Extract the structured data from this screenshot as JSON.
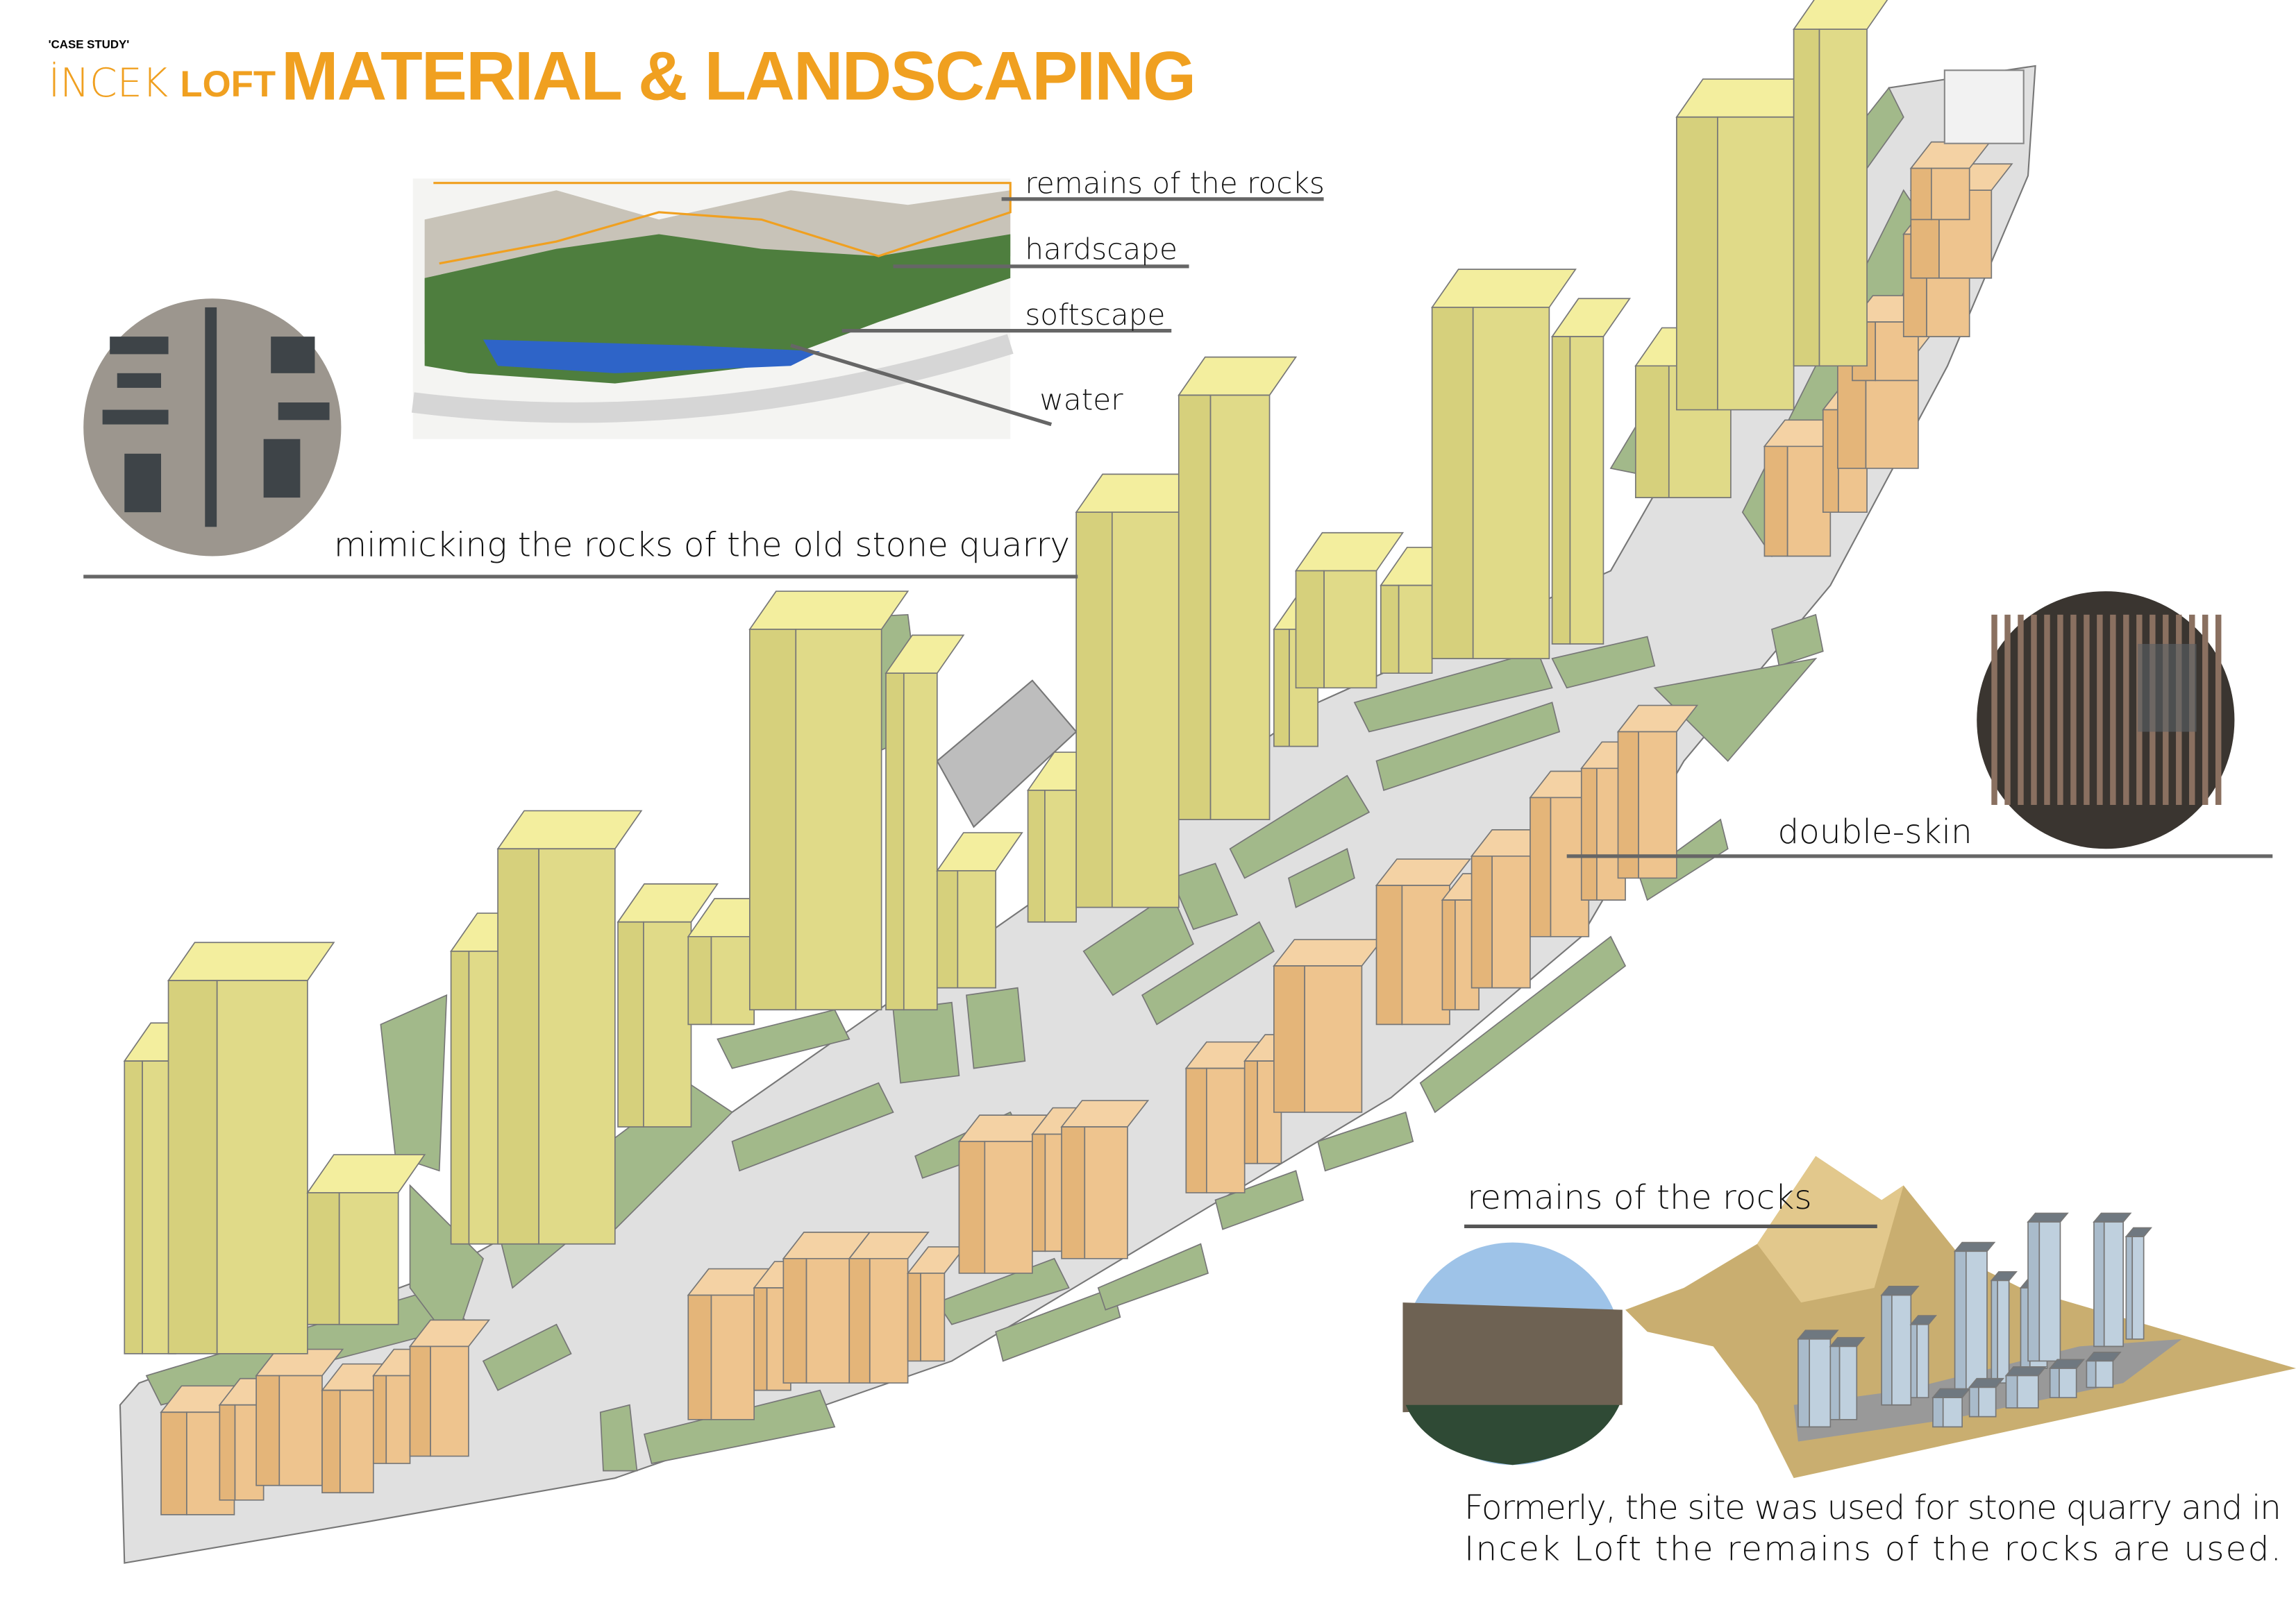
{
  "header": {
    "kicker": "'CASE STUDY'",
    "brand_first": "İNCEK",
    "brand_second": "LOFT",
    "title": "MATERIAL & LANDSCAPING"
  },
  "site_plan_labels": {
    "rocks": "remains of the rocks",
    "hardscape": "hardscape",
    "softscape": "softscape",
    "water": "water"
  },
  "annotations": {
    "facade": "mimicking the rocks of the old stone quarry",
    "double_skin": "double-skin",
    "rocks_model": "remains of the rocks"
  },
  "caption": {
    "line1": "Formerly, the site was used for stone quarry and in",
    "line2": "Incek Loft the remains of the rocks are used."
  },
  "colors": {
    "accent": "#F0A020",
    "tower": "#EFE89A",
    "lowrise": "#EEC48E",
    "green": "#A2B98A",
    "ground": "#E0E0E0",
    "terrain": "#C9AE70"
  }
}
